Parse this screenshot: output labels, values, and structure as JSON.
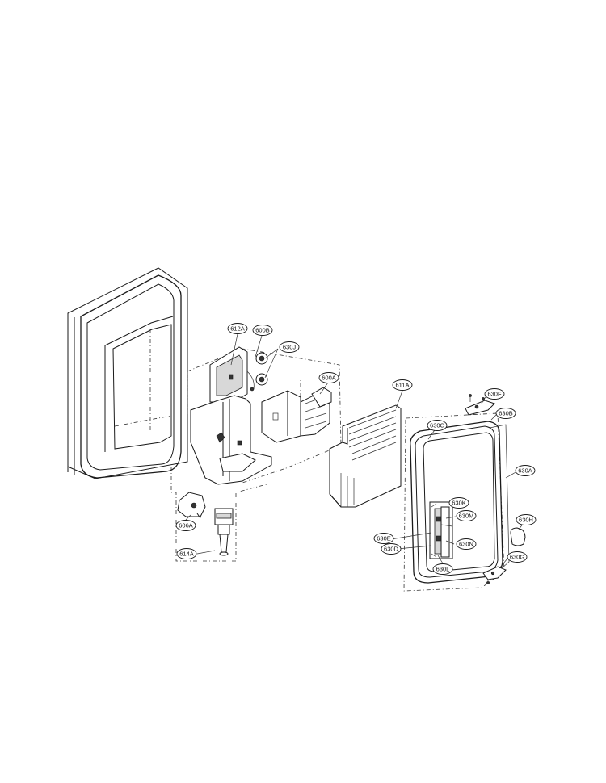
{
  "labels": {
    "612A": "612A",
    "600B": "600B",
    "630J": "630J",
    "600A": "600A",
    "611A": "611A",
    "630F": "630F",
    "630B": "630B",
    "630C": "630C",
    "630A": "630A",
    "630K": "630K",
    "630M": "630M",
    "630E": "630E",
    "630N": "630N",
    "630D": "630D",
    "630L": "630L",
    "630H": "630H",
    "630G": "630G",
    "606A": "606A",
    "614A": "614A"
  }
}
